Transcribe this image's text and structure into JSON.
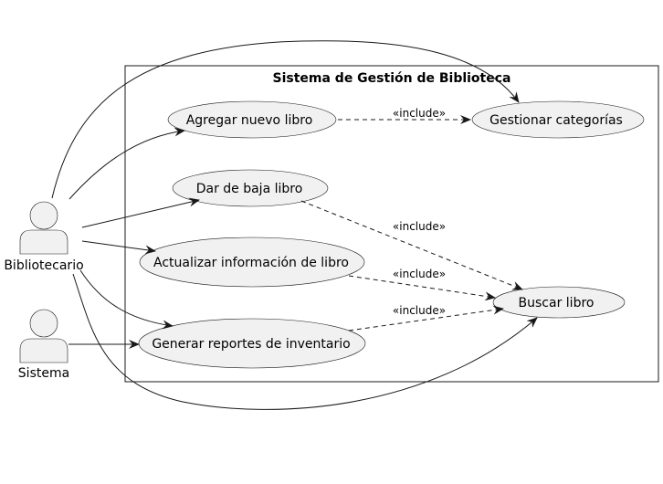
{
  "diagram": {
    "type": "use-case",
    "system": {
      "title": "Sistema de Gestión de Biblioteca"
    },
    "actors": [
      {
        "id": "bibliotecario",
        "name": "Bibliotecario"
      },
      {
        "id": "sistema",
        "name": "Sistema"
      }
    ],
    "use_cases": [
      {
        "id": "agregar",
        "label": "Agregar nuevo libro"
      },
      {
        "id": "categorias",
        "label": "Gestionar categorías"
      },
      {
        "id": "baja",
        "label": "Dar de baja libro"
      },
      {
        "id": "actualizar",
        "label": "Actualizar información de libro"
      },
      {
        "id": "buscar",
        "label": "Buscar libro"
      },
      {
        "id": "reportes",
        "label": "Generar reportes de inventario"
      }
    ],
    "associations": [
      {
        "from": "bibliotecario",
        "to": "categorias"
      },
      {
        "from": "bibliotecario",
        "to": "agregar"
      },
      {
        "from": "bibliotecario",
        "to": "baja"
      },
      {
        "from": "bibliotecario",
        "to": "actualizar"
      },
      {
        "from": "bibliotecario",
        "to": "reportes"
      },
      {
        "from": "bibliotecario",
        "to": "buscar"
      },
      {
        "from": "sistema",
        "to": "reportes"
      }
    ],
    "includes": [
      {
        "from": "agregar",
        "to": "categorias",
        "label": "«include»"
      },
      {
        "from": "baja",
        "to": "buscar",
        "label": "«include»"
      },
      {
        "from": "actualizar",
        "to": "buscar",
        "label": "«include»"
      },
      {
        "from": "reportes",
        "to": "buscar",
        "label": "«include»"
      }
    ],
    "colors": {
      "fill": "#f1f1f1",
      "stroke": "#181818"
    }
  }
}
